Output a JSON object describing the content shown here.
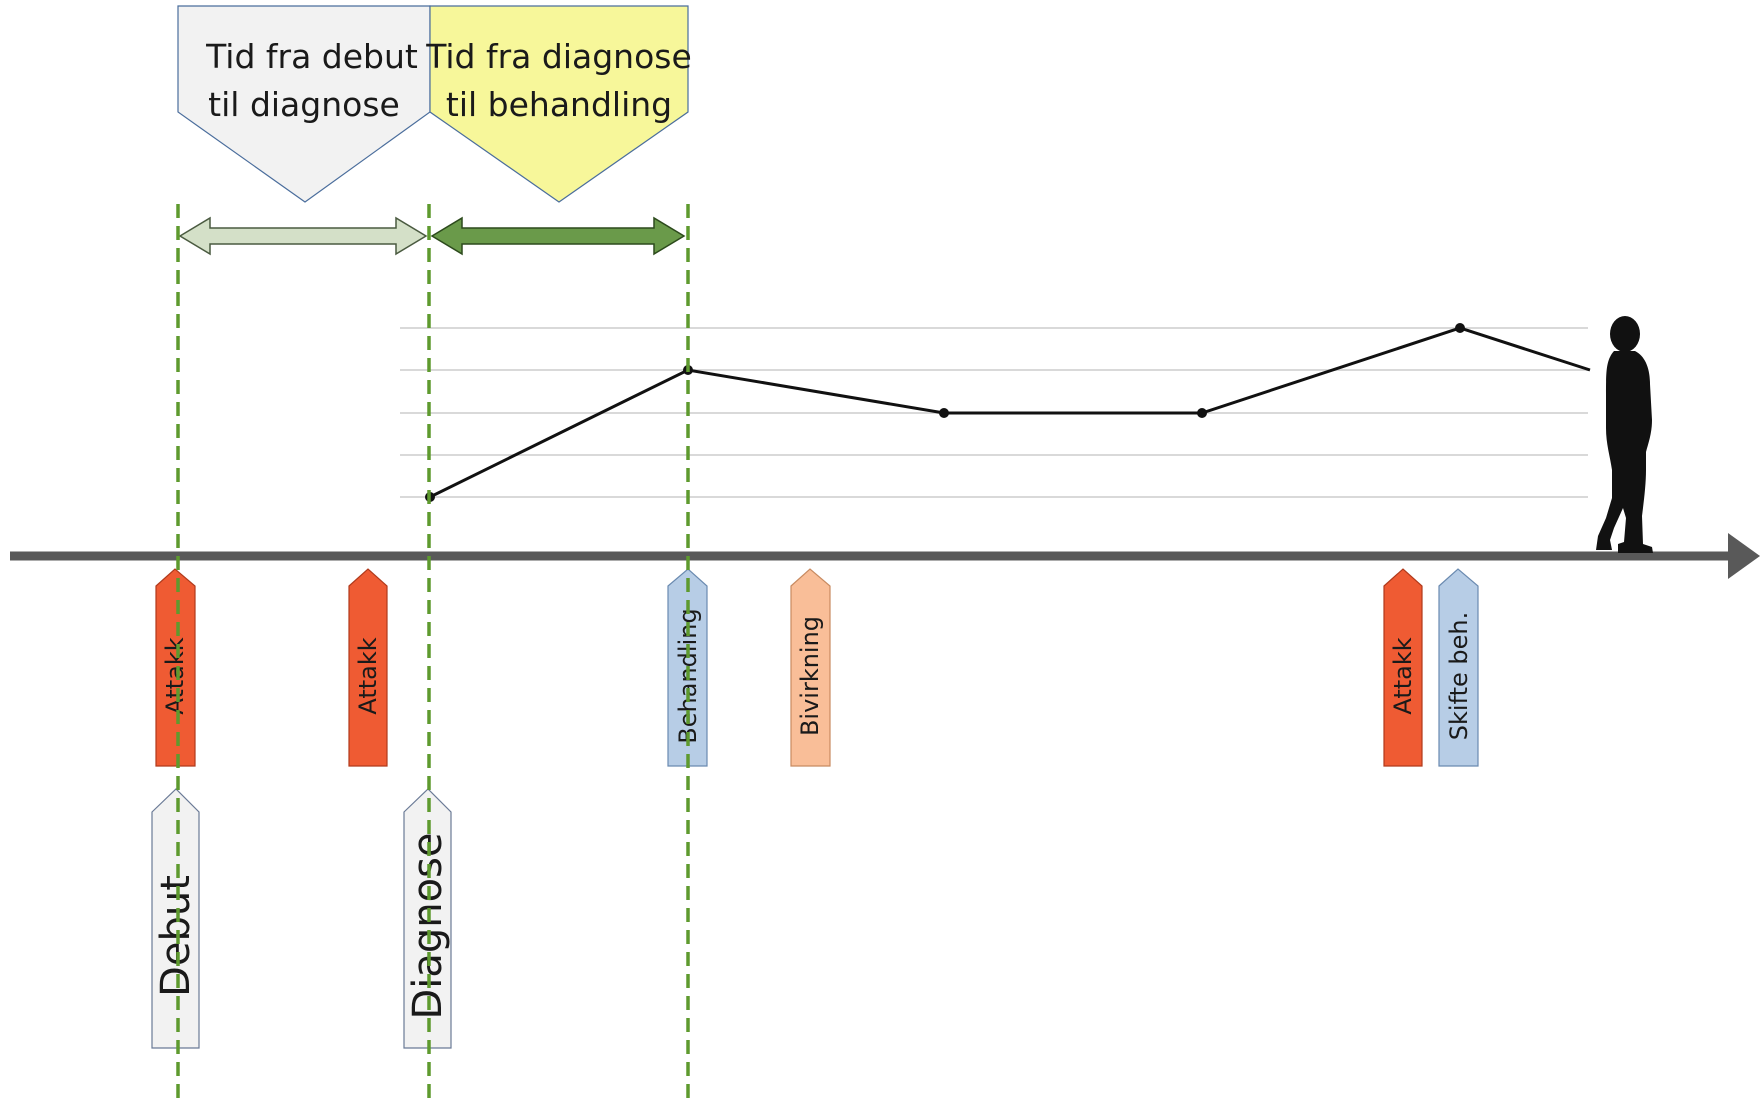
{
  "header_boxes": {
    "debut_to_diagnosis": {
      "line1": "Tid fra debut",
      "line2": "til diagnose",
      "fill": "#f2f2f2"
    },
    "diagnosis_to_treatment": {
      "line1": "Tid fra diagnose",
      "line2": "til behandling",
      "fill": "#f7f79a"
    }
  },
  "interval_arrows": {
    "light": "#d4e0c8",
    "dark": "#6a9a4a"
  },
  "colors": {
    "attack": "#ef5b33",
    "treatment": "#b7cde6",
    "side_effect": "#f9be98",
    "milestone": "#f2f2f2",
    "guide_line": "#5e9a2e",
    "timeline": "#595959"
  },
  "event_markers": [
    {
      "label": "Attakk",
      "kind": "attack"
    },
    {
      "label": "Attakk",
      "kind": "attack"
    },
    {
      "label": "Behandling",
      "kind": "treatment"
    },
    {
      "label": "Bivirkning",
      "kind": "side_effect"
    },
    {
      "label": "Attakk",
      "kind": "attack"
    },
    {
      "label": "Skifte beh.",
      "kind": "treatment"
    }
  ],
  "milestones": [
    {
      "label": "Debut"
    },
    {
      "label": "Diagnose"
    }
  ],
  "icons": {
    "person": "walking-person-silhouette-icon"
  }
}
